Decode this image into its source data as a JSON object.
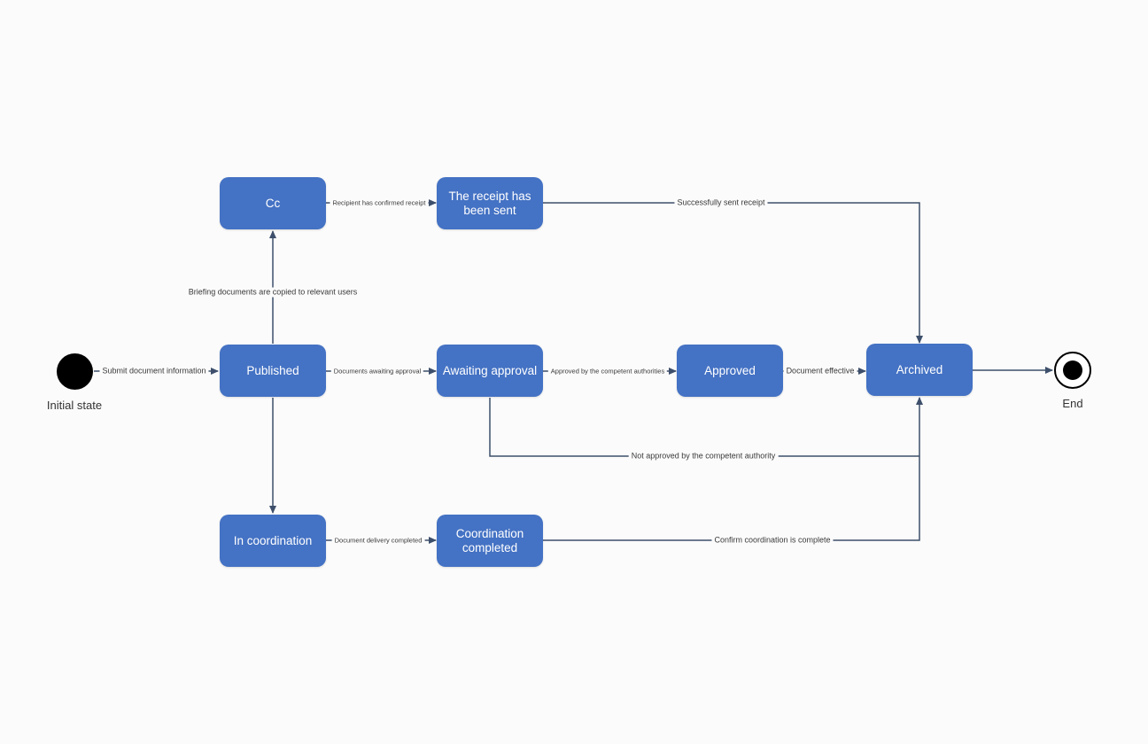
{
  "start": {
    "caption": "Initial state"
  },
  "end": {
    "caption": "End"
  },
  "nodes": {
    "cc": "Cc",
    "receipt_sent": "The receipt has\nbeen sent",
    "published": "Published",
    "awaiting_approval": "Awaiting approval",
    "approved": "Approved",
    "archived": "Archived",
    "in_coordination": "In coordination",
    "coordination_completed": "Coordination\ncompleted"
  },
  "edges": {
    "submit": "Submit document information",
    "copied": "Briefing documents are copied to relevant users",
    "confirmed_receipt": "Recipient has confirmed receipt",
    "sent_receipt": "Successfully sent receipt",
    "awaiting": "Documents awaiting approval",
    "approved_by": "Approved by the competent authorities",
    "effective": "Document effective",
    "not_approved": "Not approved by the competent authority",
    "delivery": "Document delivery completed",
    "confirm_coord": "Confirm coordination is complete"
  },
  "colors": {
    "node_fill": "#4472c4",
    "edge": "#3d4f6b",
    "terminal": "#000000"
  }
}
